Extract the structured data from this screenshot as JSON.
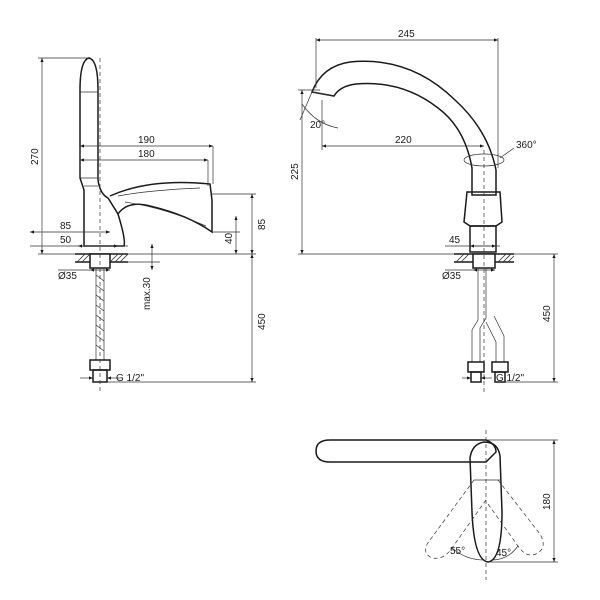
{
  "side_view": {
    "dims": {
      "height_total": "270",
      "spout_reach_190": "190",
      "spout_reach_180": "180",
      "spout_height_85_left": "85",
      "base_50": "50",
      "spout_height_85_right": "85",
      "drop_40": "40",
      "base_diameter": "Ø35",
      "counter_max": "max.30",
      "hose_length": "450",
      "thread": "G 1/2\""
    }
  },
  "front_view": {
    "dims": {
      "width_245": "245",
      "reach_220": "220",
      "angle_20": "20°",
      "rotation_360": "360°",
      "height_225": "225",
      "base_45": "45",
      "base_diameter": "Ø35",
      "hose_length": "450",
      "thread": "G 1/2\""
    }
  },
  "top_view": {
    "dims": {
      "depth_180": "180",
      "angle_55": "55°",
      "angle_45": "45°"
    }
  }
}
